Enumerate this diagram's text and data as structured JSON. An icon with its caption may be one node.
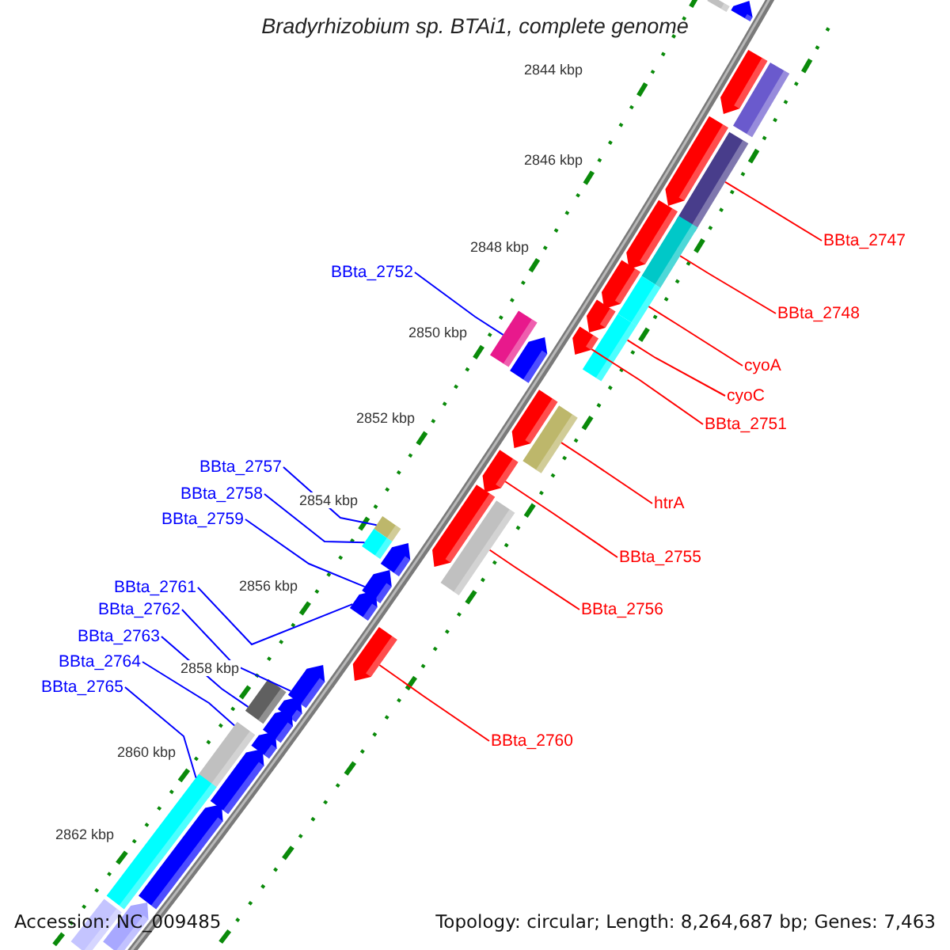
{
  "diagram": {
    "title": "Bradyrhizobium sp. BTAi1, complete genome",
    "nodes": [
      {
        "text": [
          "BBta_2747"
        ]
      },
      {
        "text": [
          "BBta_2752"
        ]
      },
      {
        "text": [
          "BBta_2748"
        ]
      },
      {
        "text": [
          "cyoA"
        ]
      },
      {
        "text": [
          "cyoC"
        ]
      },
      {
        "text": [
          "BBta_2751"
        ]
      },
      {
        "text": [
          "BBta_2757"
        ]
      },
      {
        "text": [
          "BBta_2758"
        ]
      },
      {
        "text": [
          "htrA"
        ]
      },
      {
        "text": [
          "BBta_2759"
        ]
      },
      {
        "text": [
          "BBta_2755"
        ]
      },
      {
        "text": [
          "BBta_2761"
        ]
      },
      {
        "text": [
          "BBta_2756"
        ]
      },
      {
        "text": [
          "BBta_2762"
        ]
      },
      {
        "text": [
          "BBta_2763"
        ]
      },
      {
        "text": [
          "BBta_2764"
        ]
      },
      {
        "text": [
          "BBta_2765"
        ]
      },
      {
        "text": [
          "BBta_2760"
        ]
      },
      {
        "text": [],
        "shape": "box"
      },
      {
        "text": [],
        "shape": "arrow"
      },
      {
        "text": [],
        "shape": "arrow"
      },
      {
        "text": [],
        "shape": "box"
      },
      {
        "text": [],
        "shape": "arrow"
      },
      {
        "text": [],
        "shape": "box"
      },
      {
        "text": [],
        "shape": "arrow"
      },
      {
        "text": [],
        "shape": "box"
      },
      {
        "text": [],
        "shape": "arrow"
      },
      {
        "text": [],
        "shape": "box"
      },
      {
        "text": [],
        "shape": "arrow"
      },
      {
        "text": [],
        "shape": "box"
      },
      {
        "text": [],
        "shape": "box"
      },
      {
        "text": [],
        "shape": "arrow"
      },
      {
        "text": [],
        "shape": "arrow"
      },
      {
        "text": [],
        "shape": "arrow"
      },
      {
        "text": [],
        "shape": "box"
      },
      {
        "text": [],
        "shape": "arrow"
      },
      {
        "text": [],
        "shape": "arrow"
      },
      {
        "text": [],
        "shape": "box"
      },
      {
        "text": [],
        "shape": "box"
      },
      {
        "text": [],
        "shape": "box"
      },
      {
        "text": [],
        "shape": "arrow"
      },
      {
        "text": [],
        "shape": "arrow"
      },
      {
        "text": [],
        "shape": "arrow"
      },
      {
        "text": [],
        "shape": "arrow"
      },
      {
        "text": [],
        "shape": "arrow"
      },
      {
        "text": [],
        "shape": "box"
      },
      {
        "text": [],
        "shape": "arrow"
      },
      {
        "text": [],
        "shape": "arrow"
      },
      {
        "text": [],
        "shape": "box"
      },
      {
        "text": [],
        "shape": "arrow"
      },
      {
        "text": [],
        "shape": "arrow"
      },
      {
        "text": [],
        "shape": "box"
      },
      {
        "text": [],
        "shape": "arrow"
      },
      {
        "text": [],
        "shape": "arrow"
      },
      {
        "text": [],
        "shape": "box"
      }
    ],
    "edges": [
      {
        "from": 0,
        "to": 23,
        "arrow": "none",
        "color": "#ff0000"
      },
      {
        "from": 1,
        "to": 29,
        "arrow": "none",
        "color": "#0000ff"
      },
      {
        "from": 2,
        "to": 25,
        "arrow": "none",
        "color": "#ff0000"
      },
      {
        "from": 3,
        "to": 27,
        "arrow": "none",
        "color": "#ff0000"
      },
      {
        "from": 4,
        "to": 30,
        "arrow": "none",
        "color": "#ff0000"
      },
      {
        "from": 5,
        "to": 31,
        "arrow": "none",
        "color": "#ff0000"
      },
      {
        "from": 6,
        "to": 38,
        "arrow": "none",
        "color": "#0000ff"
      },
      {
        "from": 7,
        "to": 39,
        "arrow": "none",
        "color": "#0000ff"
      },
      {
        "from": 8,
        "to": 34,
        "arrow": "none",
        "color": "#ff0000"
      },
      {
        "from": 9,
        "to": 41,
        "arrow": "none",
        "color": "#0000ff"
      },
      {
        "from": 10,
        "to": 35,
        "arrow": "none",
        "color": "#ff0000"
      },
      {
        "from": 11,
        "to": 42,
        "arrow": "none",
        "color": "#0000ff"
      },
      {
        "from": 12,
        "to": 37,
        "arrow": "none",
        "color": "#ff0000"
      },
      {
        "from": 13,
        "to": 44,
        "arrow": "none",
        "color": "#0000ff"
      },
      {
        "from": 14,
        "to": 45,
        "arrow": "none",
        "color": "#0000ff"
      },
      {
        "from": 15,
        "to": 48,
        "arrow": "none",
        "color": "#0000ff"
      },
      {
        "from": 16,
        "to": 51,
        "arrow": "none",
        "color": "#0000ff"
      },
      {
        "from": 17,
        "to": 43,
        "arrow": "none",
        "color": "#ff0000"
      }
    ],
    "labels": [
      "2844 kbp",
      "2846 kbp",
      "2848 kbp",
      "2850 kbp",
      "2852 kbp",
      "2854 kbp",
      "2856 kbp",
      "2858 kbp",
      "2860 kbp",
      "2862 kbp",
      "Accession: NC_009485",
      "Topology: circular; Length: 8,264,687 bp; Genes: 7,463"
    ]
  }
}
